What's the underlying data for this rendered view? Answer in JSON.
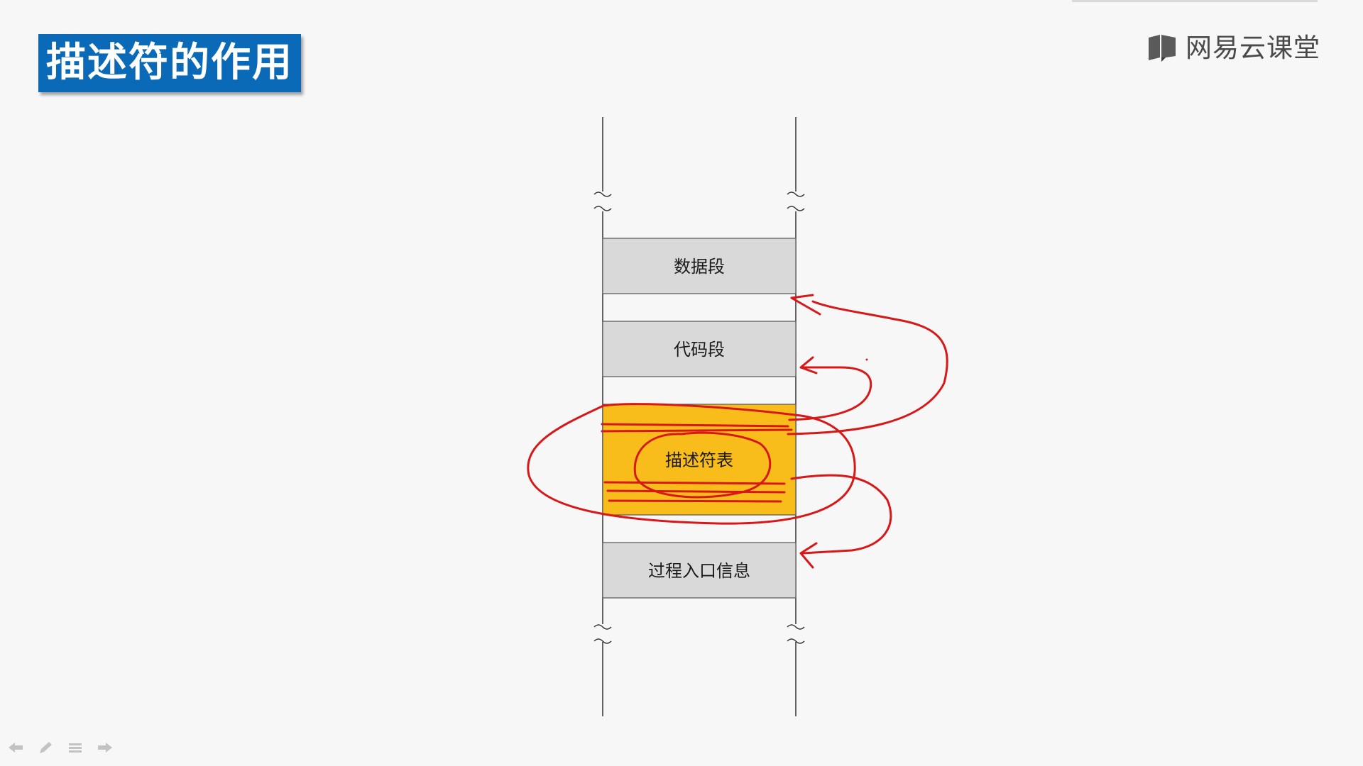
{
  "slide": {
    "title": "描述符的作用",
    "brand_name": "网易云课堂",
    "brand_icon": "book-icon"
  },
  "diagram": {
    "segments": [
      {
        "key": "data",
        "label": "数据段",
        "fill": "#d9d9d9"
      },
      {
        "key": "code",
        "label": "代码段",
        "fill": "#d9d9d9"
      },
      {
        "key": "descriptor",
        "label": "描述符表",
        "fill": "#f8bd1b"
      },
      {
        "key": "entry",
        "label": "过程入口信息",
        "fill": "#d9d9d9"
      }
    ],
    "annotation_color": "#d81818"
  },
  "player_controls": [
    {
      "name": "prev-slide-icon"
    },
    {
      "name": "pen-icon"
    },
    {
      "name": "menu-icon"
    },
    {
      "name": "next-slide-icon"
    }
  ]
}
